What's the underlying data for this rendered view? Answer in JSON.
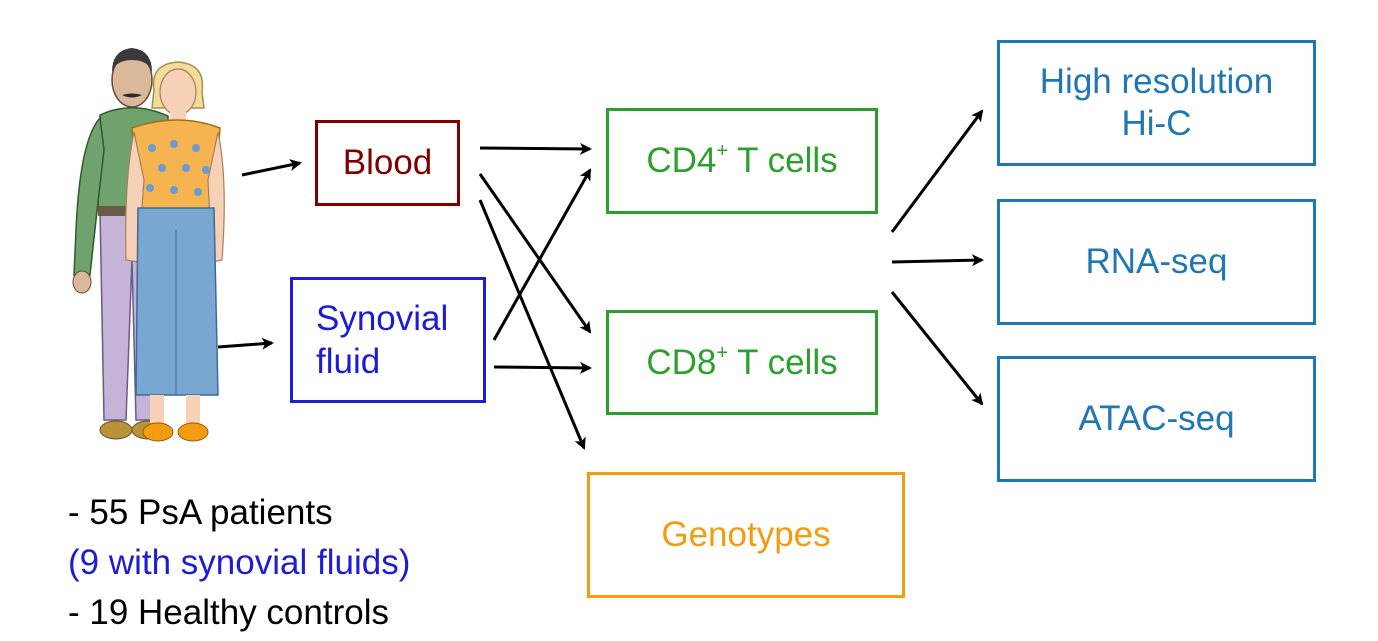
{
  "boxes": {
    "blood": "Blood",
    "synovial_line1": "Synovial",
    "synovial_line2": "fluid",
    "cd4_prefix": "CD4",
    "cd4_sup": "+",
    "cd4_suffix": " T cells",
    "cd8_prefix": "CD8",
    "cd8_sup": "+",
    "cd8_suffix": " T cells",
    "genotypes": "Genotypes",
    "hic_line1": "High resolution",
    "hic_line2": "Hi-C",
    "rnaseq": "RNA-seq",
    "atacseq": "ATAC-seq"
  },
  "cohort": {
    "line1": "- 55 PsA patients",
    "line2": "(9 with synovial fluids)",
    "line3": "- 19 Healthy controls"
  },
  "colors": {
    "blood": "#800000",
    "synovial": "#1c1cd6",
    "cells": "#2ca02c",
    "genotypes": "#f39c12",
    "assays": "#1f77b4"
  }
}
